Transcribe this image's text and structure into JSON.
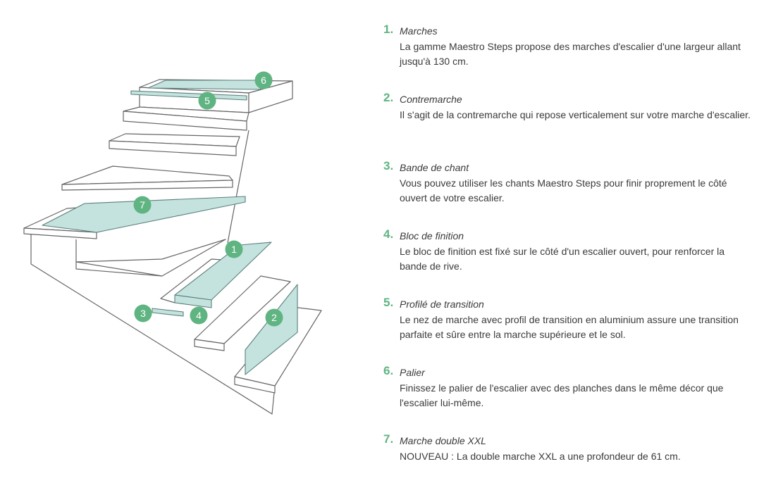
{
  "diagram": {
    "badges": [
      {
        "id": "1",
        "label": "1"
      },
      {
        "id": "2",
        "label": "2"
      },
      {
        "id": "3",
        "label": "3"
      },
      {
        "id": "4",
        "label": "4"
      },
      {
        "id": "5",
        "label": "5"
      },
      {
        "id": "6",
        "label": "6"
      },
      {
        "id": "7",
        "label": "7"
      }
    ]
  },
  "colors": {
    "accent": "#5fb482",
    "highlight_fill": "#c4e3df",
    "outline": "#666666",
    "text": "#3a3a3a"
  },
  "legend": [
    {
      "number": "1.",
      "title": "Marches",
      "description": "La gamme Maestro Steps propose des marches d'escalier d'une largeur allant jusqu'à 130 cm."
    },
    {
      "number": "2.",
      "title": "Contremarche",
      "description": "Il s'agit de la contremarche qui repose verticalement sur votre marche d'escalier."
    },
    {
      "number": "3.",
      "title": "Bande de chant",
      "description": "Vous pouvez utiliser les chants Maestro Steps pour finir proprement le côté ouvert de votre escalier."
    },
    {
      "number": "4.",
      "title": "Bloc de finition",
      "description": "Le bloc de finition est fixé sur le côté d'un escalier ouvert, pour renforcer la bande de rive."
    },
    {
      "number": "5.",
      "title": "Profilé de transition",
      "description": "Le nez de marche avec profil de transition en aluminium assure une transition parfaite et sûre entre la marche supérieure et le sol."
    },
    {
      "number": "6.",
      "title": "Palier",
      "description": "Finissez le palier de l'escalier avec des planches dans le même décor que l'escalier lui-même."
    },
    {
      "number": "7.",
      "title": "Marche double XXL",
      "description": "NOUVEAU : La double marche XXL a une profondeur de 61 cm."
    }
  ]
}
